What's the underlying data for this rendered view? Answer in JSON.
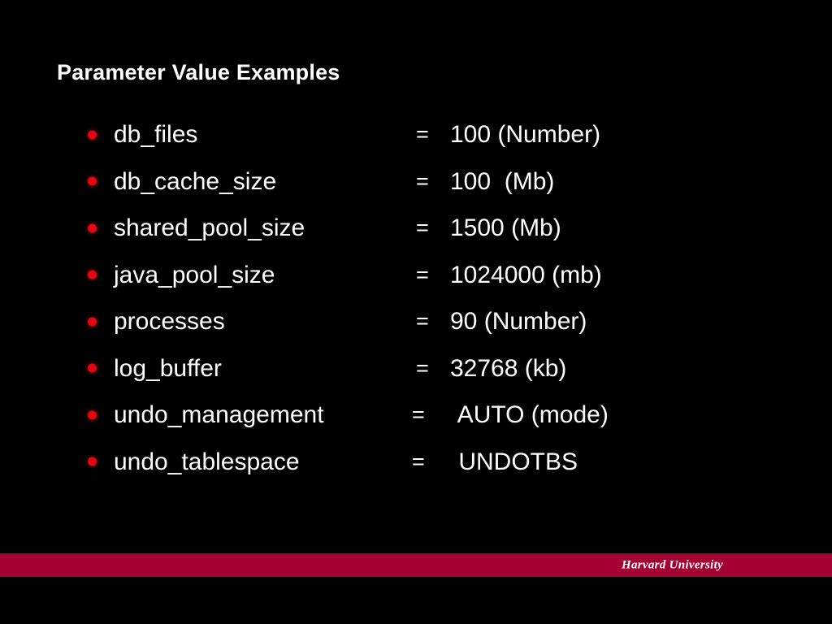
{
  "slide": {
    "title": "Parameter Value Examples",
    "background_color": "#000000",
    "text_color": "#ffffff",
    "bullet_color": "#e40412",
    "accent_color": "#a50034"
  },
  "parameters": [
    {
      "name": "db_files",
      "eq": "=",
      "value": "100 (Number)"
    },
    {
      "name": "db_cache_size",
      "eq": "=",
      "value": "100  (Mb)"
    },
    {
      "name": "shared_pool_size",
      "eq": "=",
      "value": "1500 (Mb)"
    },
    {
      "name": "java_pool_size",
      "eq": "=",
      "value": "1024000 (mb)"
    },
    {
      "name": "processes",
      "eq": "=",
      "value": "90 (Number)"
    },
    {
      "name": "log_buffer",
      "eq": "=",
      "value": "32768 (kb)"
    },
    {
      "name": "undo_management",
      "eq": "=",
      "value": " AUTO (mode)"
    },
    {
      "name": "undo_tablespace",
      "eq": "=",
      "value": " UNDOTBS"
    }
  ],
  "footer": {
    "label": "Harvard University"
  }
}
